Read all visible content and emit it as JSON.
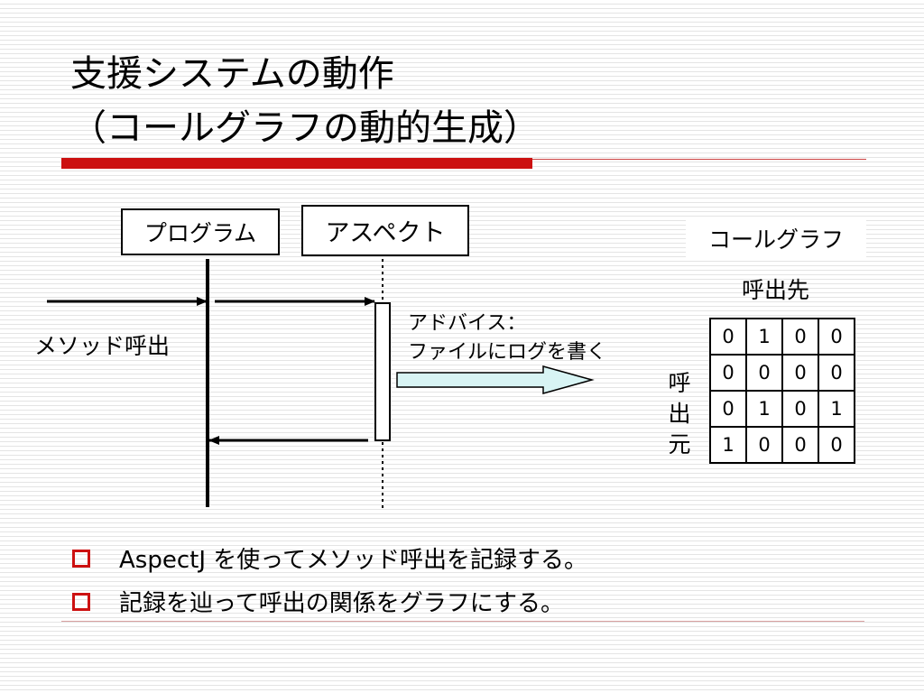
{
  "title": {
    "line1": "支援システムの動作",
    "line2": "（コールグラフの動的生成）"
  },
  "diagram": {
    "program_label": "プログラム",
    "aspect_label": "アスペクト",
    "method_call_label": "メソッド呼出",
    "advice_line1": "アドバイス：",
    "advice_line2": "ファイルにログを書く",
    "callgraph_label": "コールグラフ",
    "callee_label": "呼出先",
    "caller_label": "呼出元",
    "accent_color": "#cc1111",
    "arrow_fill": "#d8f4f4"
  },
  "matrix": [
    [
      "0",
      "1",
      "0",
      "0"
    ],
    [
      "0",
      "0",
      "0",
      "0"
    ],
    [
      "0",
      "1",
      "0",
      "1"
    ],
    [
      "1",
      "0",
      "0",
      "0"
    ]
  ],
  "bullets": [
    "AspectJ を使ってメソッド呼出を記録する。",
    "記録を辿って呼出の関係をグラフにする。"
  ]
}
